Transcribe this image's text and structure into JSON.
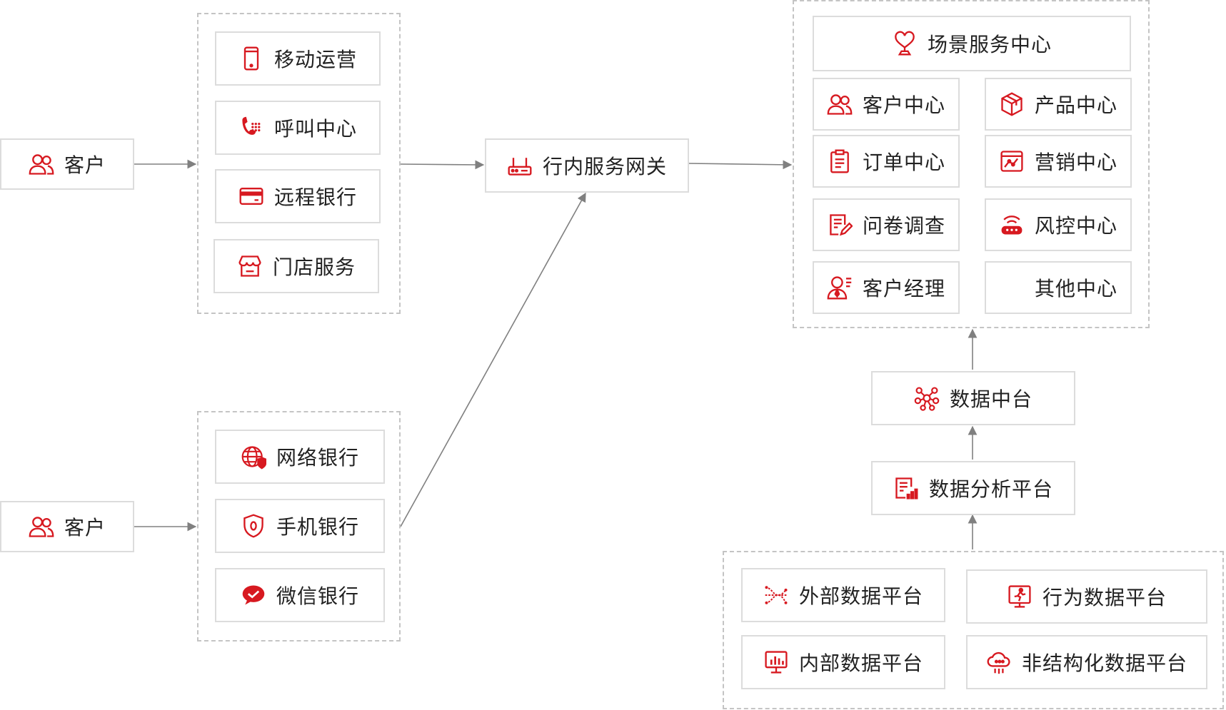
{
  "colors": {
    "accent": "#d71920",
    "border": "#dcdcdc",
    "arrow": "#808080"
  },
  "left": {
    "customer_top": {
      "label": "客户",
      "icon": "users-icon"
    },
    "customer_bottom": {
      "label": "客户",
      "icon": "users-icon"
    }
  },
  "channels_group1": [
    {
      "label": "移动运营",
      "icon": "phone-icon"
    },
    {
      "label": "呼叫中心",
      "icon": "call-icon"
    },
    {
      "label": "远程银行",
      "icon": "card-icon"
    },
    {
      "label": "门店服务",
      "icon": "store-icon"
    }
  ],
  "channels_group2": [
    {
      "label": "网络银行",
      "icon": "globe-shield-icon"
    },
    {
      "label": "手机银行",
      "icon": "shield-icon"
    },
    {
      "label": "微信银行",
      "icon": "wechat-icon"
    }
  ],
  "gateway": {
    "label": "行内服务网关",
    "icon": "router-icon"
  },
  "scene_center": {
    "title": "场景服务中心",
    "title_icon": "heart-trophy-icon",
    "items": [
      {
        "label": "客户中心",
        "icon": "users-icon"
      },
      {
        "label": "产品中心",
        "icon": "cube-icon"
      },
      {
        "label": "订单中心",
        "icon": "clipboard-icon"
      },
      {
        "label": "营销中心",
        "icon": "chart-window-icon"
      },
      {
        "label": "问卷调查",
        "icon": "survey-icon"
      },
      {
        "label": "风控中心",
        "icon": "wifi-device-icon"
      },
      {
        "label": "客户经理",
        "icon": "manager-icon"
      },
      {
        "label": "其他中心",
        "icon": ""
      }
    ]
  },
  "data_middle": {
    "label": "数据中台",
    "icon": "network-icon"
  },
  "analysis_platform": {
    "label": "数据分析平台",
    "icon": "report-icon"
  },
  "data_sources": [
    {
      "label": "外部数据平台",
      "icon": "flow-icon"
    },
    {
      "label": "行为数据平台",
      "icon": "behavior-icon"
    },
    {
      "label": "内部数据平台",
      "icon": "monitor-chart-icon"
    },
    {
      "label": "非结构化数据平台",
      "icon": "cloud-icon"
    }
  ]
}
